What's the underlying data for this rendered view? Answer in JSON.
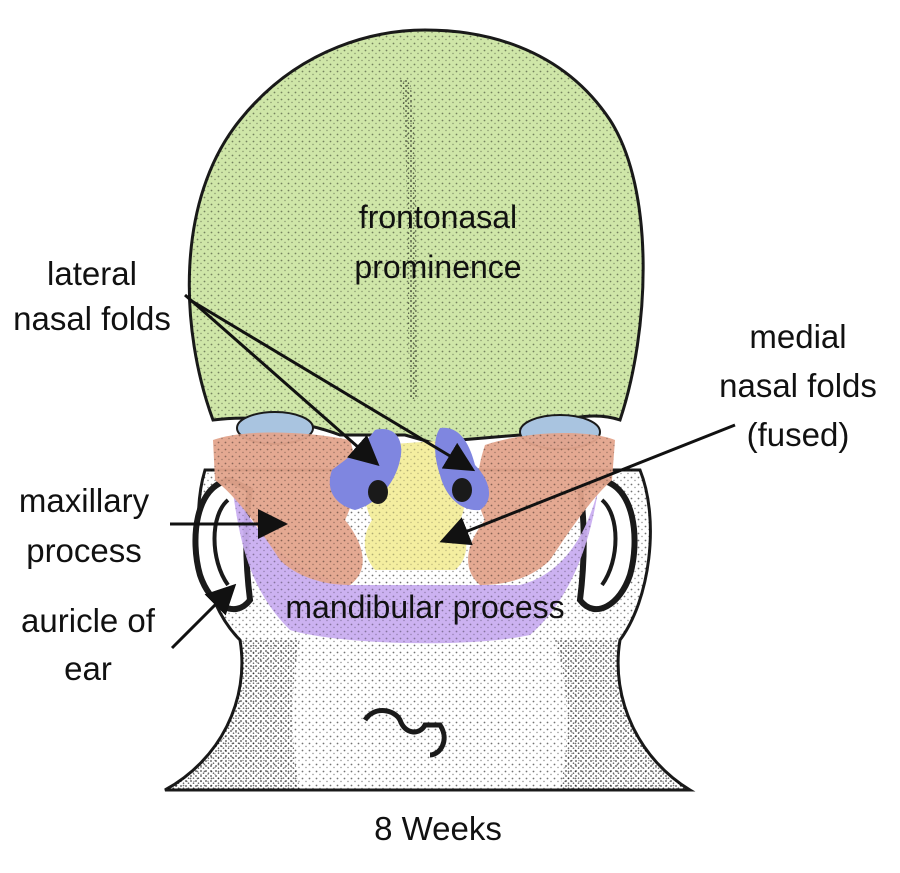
{
  "labels": {
    "frontonasal_line1": "frontonasal",
    "frontonasal_line2": "prominence",
    "lateral_line1": "lateral",
    "lateral_line2": "nasal folds",
    "medial_line1": "medial",
    "medial_line2": "nasal folds",
    "medial_line3": "(fused)",
    "maxillary_line1": "maxillary",
    "maxillary_line2": "process",
    "auricle_line1": "auricle of",
    "auricle_line2": "ear",
    "mandibular": "mandibular process",
    "caption": "8 Weeks"
  },
  "colors": {
    "frontonasal": "#cfe6a8",
    "maxillary": "#e3a48c",
    "mandibular": "#c9aef0",
    "lateral_nasal": "#7f86e0",
    "medial_nasal": "#f4eea0",
    "eye": "#a9c4e0",
    "outline": "#1a1a1a",
    "skin": "#ffffff"
  }
}
